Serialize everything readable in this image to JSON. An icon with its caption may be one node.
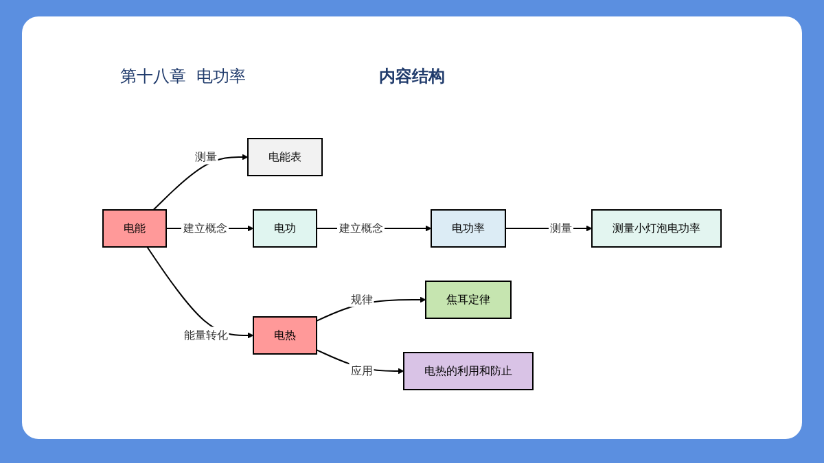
{
  "diagram": {
    "title": "内容结构",
    "nodes": [
      {
        "text": [
          "电能表"
        ]
      },
      {
        "text": [
          "电能"
        ]
      },
      {
        "text": [
          "电功"
        ]
      },
      {
        "text": [
          "电功率"
        ]
      },
      {
        "text": [
          "测量小灯泡电功率"
        ]
      },
      {
        "text": [
          "焦耳定律"
        ]
      },
      {
        "text": [
          "电热"
        ]
      },
      {
        "text": [
          "电热的利用和防止"
        ]
      }
    ],
    "edges": [
      {
        "from": 1,
        "to": 0,
        "arrow": "to",
        "label": "测量"
      },
      {
        "from": 1,
        "to": 2,
        "arrow": "to",
        "label": "建立概念"
      },
      {
        "from": 2,
        "to": 3,
        "arrow": "to",
        "label": "建立概念"
      },
      {
        "from": 3,
        "to": 4,
        "arrow": "to",
        "label": "测量"
      },
      {
        "from": 1,
        "to": 6,
        "arrow": "to",
        "label": "能量转化"
      },
      {
        "from": 6,
        "to": 5,
        "arrow": "to",
        "label": "规律"
      },
      {
        "from": 6,
        "to": 7,
        "arrow": "to",
        "label": "应用"
      }
    ],
    "labels": [
      "第十八章  电功率"
    ]
  }
}
